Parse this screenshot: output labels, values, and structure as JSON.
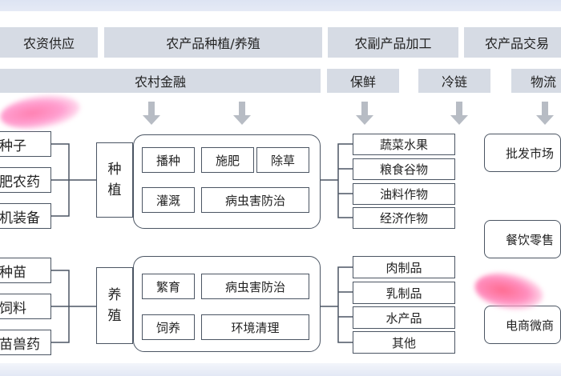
{
  "headers": {
    "supply": "农资供应",
    "planting": "农产品种植/养殖",
    "processing": "农副产品加工",
    "trade": "农产品交易"
  },
  "subheaders": {
    "finance": "农村金融",
    "fresh": "保鲜",
    "cold_chain": "冷链",
    "logistics": "物流"
  },
  "left_inputs": {
    "planting": [
      "种子",
      "肥农药",
      "机装备"
    ],
    "breeding": [
      "种苗",
      "饲料",
      "苗兽药"
    ]
  },
  "planting": {
    "label": [
      "种",
      "植"
    ],
    "tasks": [
      "播种",
      "施肥",
      "除草",
      "灌溉",
      "病虫害防治"
    ]
  },
  "breeding": {
    "label": [
      "养",
      "殖"
    ],
    "tasks": [
      "繁育",
      "病虫害防治",
      "饲养",
      "环境清理"
    ]
  },
  "processing_products": {
    "planting": [
      "蔬菜水果",
      "粮食谷物",
      "油料作物",
      "经济作物"
    ],
    "breeding": [
      "肉制品",
      "乳制品",
      "水产品",
      "其他"
    ]
  },
  "trade_channels": [
    "批发市场",
    "餐饮零售",
    "电商微商"
  ],
  "colors": {
    "header_bg": "#d6dbe4",
    "border": "#4b5563",
    "arrow": "#b7bcc4"
  }
}
